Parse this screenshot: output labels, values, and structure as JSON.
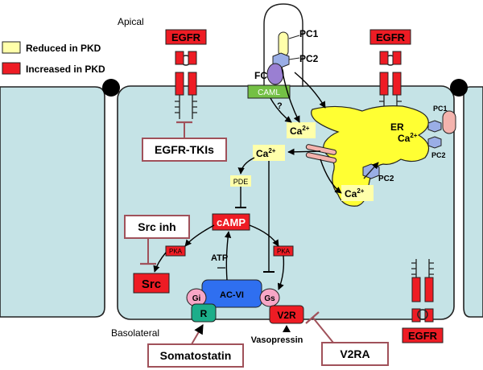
{
  "labels": {
    "apical": "Apical",
    "basolateral": "Basolateral",
    "egfr": "EGFR",
    "pc1": "PC1",
    "pc2": "PC2",
    "fc": "FC",
    "caml": "CAML",
    "question": "?",
    "ca": "Ca",
    "ca_sup": "2+",
    "er": "ER",
    "pde": "PDE",
    "camp": "cAMP",
    "pka": "PKA",
    "atp": "ATP",
    "src": "Src",
    "ac_vi": "AC-VI",
    "gi": "Gi",
    "gs": "Gs",
    "r": "R",
    "v2r": "V2R",
    "vasopressin": "Vasopressin"
  },
  "legend": {
    "reduced": "Reduced in PKD",
    "increased": "Increased in PKD"
  },
  "inhibitors": {
    "egfr_tki": "EGFR-TKIs",
    "src_inh": "Src inh",
    "somatostatin": "Somatostatin",
    "v2ra": "V2RA"
  },
  "colors": {
    "increased": "#ee1c24",
    "reduced": "#ffffaa",
    "cell": "#c5e3e6",
    "er": "#ffff33",
    "inhibitor_border": "#a0515a",
    "ac": "#2f6ff0",
    "gprotein": "#f7a6c6",
    "receptor": "#1cae8a",
    "caml": "#74c045",
    "fc": "#9a7fd2",
    "pc2": "#9aaee6",
    "pc1_er": "#f4b3ad"
  }
}
